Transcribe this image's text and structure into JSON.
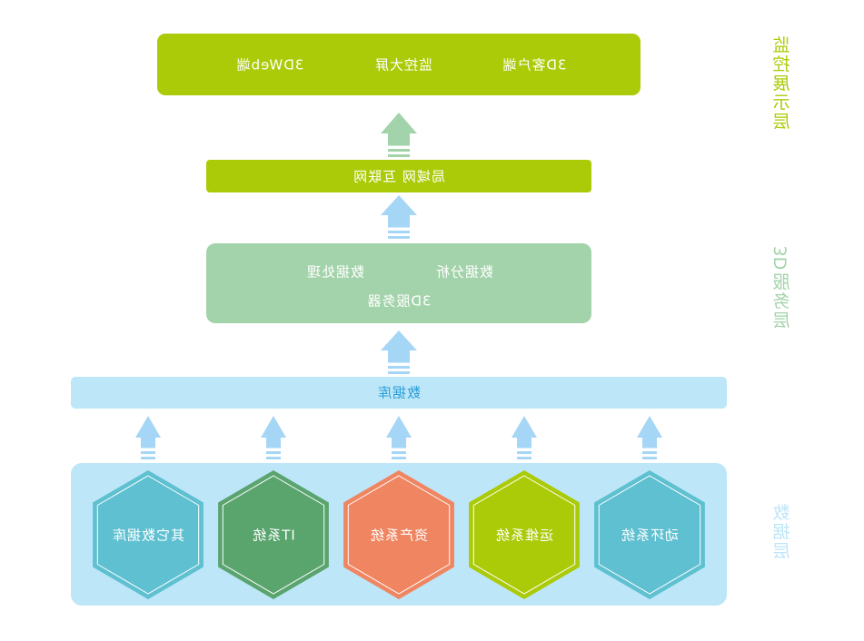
{
  "display_layer": {
    "side_label": [
      "监",
      "控",
      "展",
      "示",
      "层"
    ],
    "side_color": "#abcb08",
    "box_color": "#abcb08",
    "items": [
      "3DWeb端",
      "监控大屏",
      "3D客户端"
    ]
  },
  "network": {
    "label": "局域网 互联网",
    "color": "#abcb08"
  },
  "server_layer": {
    "side_label": [
      "3D",
      "服",
      "务",
      "层"
    ],
    "side_color": "#a3d3aa",
    "box_color": "#a3d3aa",
    "items_row1": [
      "数据处理",
      "数据分析"
    ],
    "items_row2": "3D服务器"
  },
  "database": {
    "label": "数据库",
    "label_color": "#2a9ed6",
    "color": "#bde6f8"
  },
  "data_layer": {
    "side_label": [
      "数",
      "据",
      "层"
    ],
    "side_color": "#bde6f8",
    "panel_color": "#bde6f8",
    "sources": [
      {
        "label": "其它数据库",
        "color": "#5ec0d0"
      },
      {
        "label": "IT系统",
        "color": "#5aa46e"
      },
      {
        "label": "资产系统",
        "color": "#ef8561"
      },
      {
        "label": "运维系统",
        "color": "#abcb08"
      },
      {
        "label": "动环系统",
        "color": "#5ec0d0"
      }
    ]
  },
  "arrows": {
    "top_arrow_color": "#a3d3aa",
    "other_arrow_color": "#a6d6f5"
  }
}
